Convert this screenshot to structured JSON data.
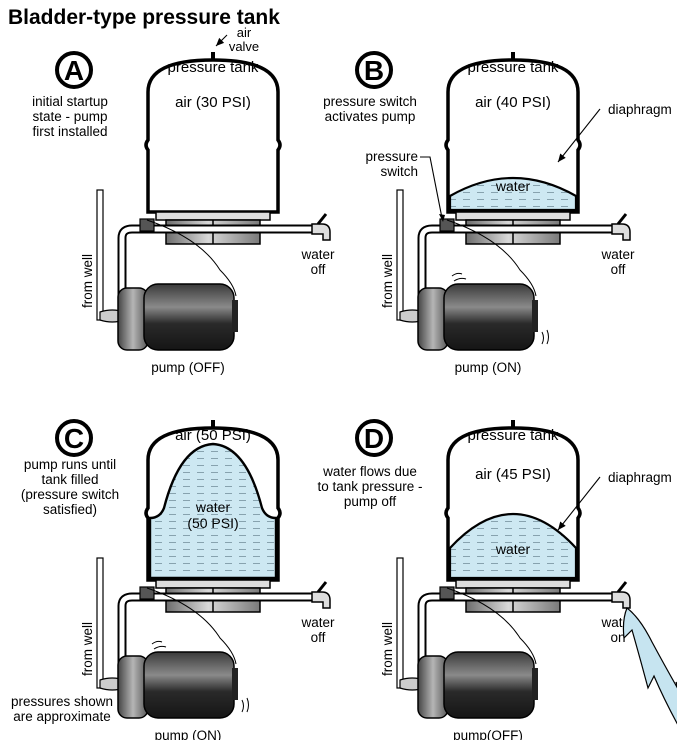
{
  "title": "Bladder-type pressure tank",
  "colors": {
    "water": "#cde8f2",
    "outline": "#111111",
    "pump_body": "#2e2e2e",
    "steel": "#9a9a9a"
  },
  "panels": {
    "a": {
      "letter": "A",
      "caption": [
        "initial startup",
        "state - pump",
        "first installed"
      ],
      "tank_label": "pressure tank",
      "air_label": "air (30 PSI)",
      "valve_label": [
        "air",
        "valve"
      ],
      "faucet_label": [
        "water",
        "off"
      ],
      "well_label": "from well",
      "pump_label": "pump (OFF)"
    },
    "b": {
      "letter": "B",
      "caption": [
        "pressure switch",
        "activates pump"
      ],
      "tank_label": "pressure tank",
      "air_label": "air (40 PSI)",
      "water_label": "water",
      "diaphragm_label": "diaphragm",
      "switch_label": [
        "pressure",
        "switch"
      ],
      "faucet_label": [
        "water",
        "off"
      ],
      "well_label": "from well",
      "pump_label": "pump (ON)"
    },
    "c": {
      "letter": "C",
      "caption": [
        "pump runs until",
        "tank  filled",
        "(pressure switch",
        "satisfied)"
      ],
      "air_label": "air (50 PSI)",
      "water_label": [
        "water",
        "(50 PSI)"
      ],
      "faucet_label": [
        "water",
        "off"
      ],
      "well_label": "from well",
      "pump_label": "pump (ON)",
      "note": [
        "pressures shown",
        "are approximate"
      ]
    },
    "d": {
      "letter": "D",
      "caption": [
        "water flows due",
        "to tank pressure -",
        "pump off"
      ],
      "tank_label": "pressure tank",
      "air_label": "air (45 PSI)",
      "water_label": "water",
      "diaphragm_label": "diaphragm",
      "faucet_label": [
        "water",
        "on"
      ],
      "well_label": "from well",
      "pump_label": "pump(OFF)"
    }
  }
}
